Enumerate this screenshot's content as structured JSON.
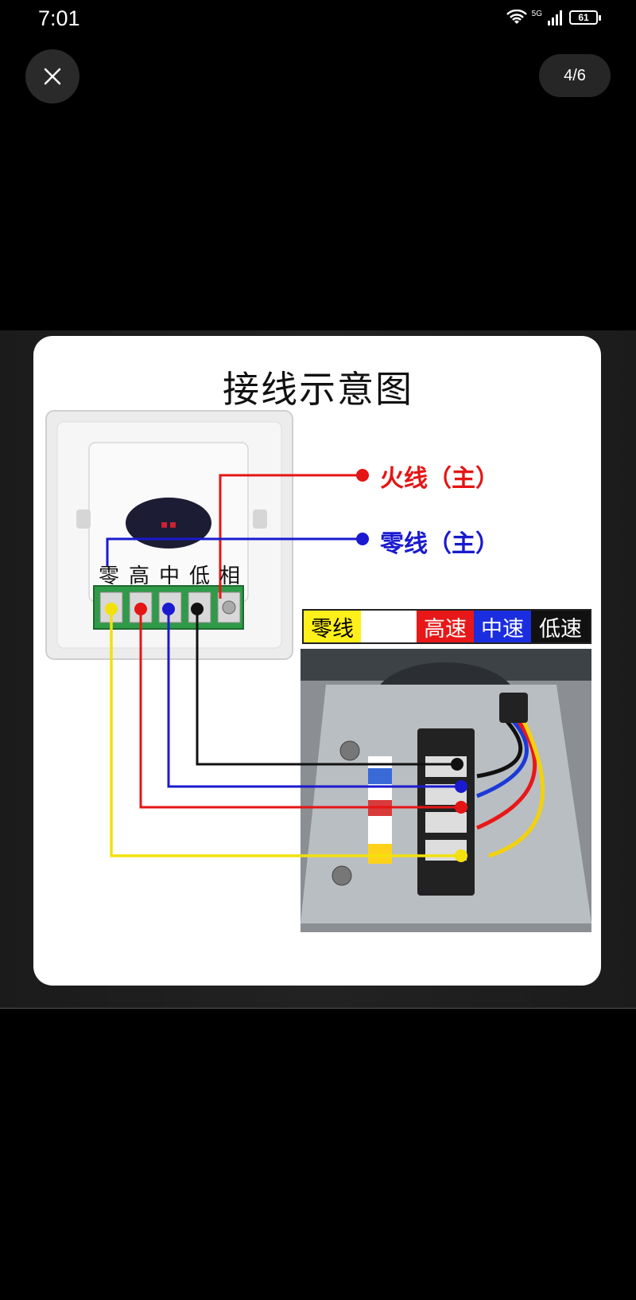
{
  "status": {
    "time": "7:01",
    "signal": "5G",
    "battery": "61"
  },
  "viewer": {
    "counter": "4/6"
  },
  "diagram": {
    "title": "接线示意图",
    "live_label": "火线（主）",
    "neutral_label": "零线（主）",
    "terminals": [
      "零",
      "高",
      "中",
      "低",
      "相"
    ],
    "legend": [
      "零线",
      "高速",
      "中速",
      "低速"
    ],
    "colors": {
      "yellow": "#ffef1a",
      "red": "#e81818",
      "blue": "#1a2ee0",
      "black": "#111111"
    }
  }
}
